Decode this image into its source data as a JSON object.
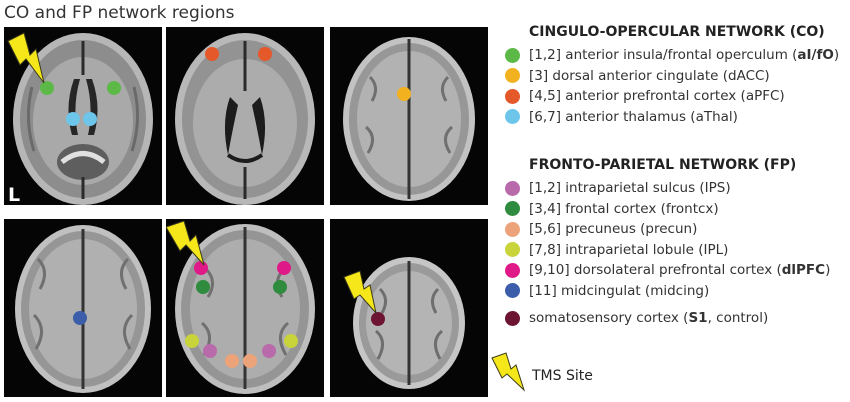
{
  "title": "CO and FP network regions",
  "panel_label": "L",
  "colors": {
    "alfo": "#5cb947",
    "dacc": "#f2b21f",
    "apfc": "#e4582a",
    "athal": "#6dc6ea",
    "ips": "#b86aaa",
    "frontcx": "#2f8b3d",
    "precun": "#eda37a",
    "ipl": "#c8d43a",
    "dlpfc": "#df1a88",
    "midcing": "#3c5daa",
    "s1": "#6d1433",
    "bolt": "#f6e71a"
  },
  "co": {
    "heading": "CINGULO-OPERCULAR NETWORK (CO)",
    "items": [
      {
        "pre": "[1,2] anterior insula/frontal operculum (",
        "bold": "aI/fO",
        "post": ")"
      },
      {
        "pre": "[3] dorsal anterior cingulate (dACC)",
        "bold": "",
        "post": ""
      },
      {
        "pre": "[4,5] anterior prefrontal cortex (aPFC)",
        "bold": "",
        "post": ""
      },
      {
        "pre": "[6,7] anterior thalamus (aThal)",
        "bold": "",
        "post": ""
      }
    ]
  },
  "fp": {
    "heading": "FRONTO-PARIETAL NETWORK (FP)",
    "items": [
      {
        "pre": "[1,2] intraparietal sulcus (IPS)",
        "bold": "",
        "post": ""
      },
      {
        "pre": "[3,4] frontal cortex (frontcx)",
        "bold": "",
        "post": ""
      },
      {
        "pre": "[5,6] precuneus (precun)",
        "bold": "",
        "post": ""
      },
      {
        "pre": "[7,8] intraparietal lobule (IPL)",
        "bold": "",
        "post": ""
      },
      {
        "pre": "[9,10] dorsolateral prefrontal cortex (",
        "bold": "dlPFC",
        "post": ")"
      },
      {
        "pre": "[11] midcingulat (midcing)",
        "bold": "",
        "post": ""
      }
    ]
  },
  "s1": {
    "pre": "somatosensory cortex (",
    "bold": "S1",
    "post": ", control)"
  },
  "tms_label": "TMS Site"
}
